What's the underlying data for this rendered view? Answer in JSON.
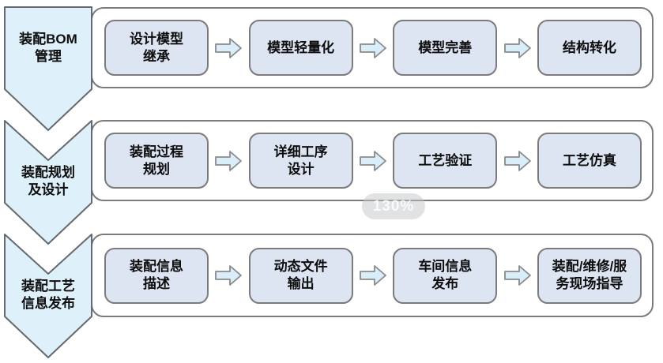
{
  "diagram": {
    "title": "assembly-process-planning-flow",
    "zoom_indicator": "130%",
    "colors": {
      "step_fill": "#dde4f2",
      "chevron_fill": "#def0f9",
      "arrow_fill": "#daeefa",
      "border_gray": "#7b7b7b"
    },
    "rows": [
      {
        "stage": "装配BOM\n管理",
        "steps": [
          "设计模型\n继承",
          "模型轻量化",
          "模型完善",
          "结构转化"
        ]
      },
      {
        "stage": "装配规划\n及设计",
        "steps": [
          "装配过程\n规划",
          "详细工序\n设计",
          "工艺验证",
          "工艺仿真"
        ]
      },
      {
        "stage": "装配工艺\n信息发布",
        "steps": [
          "装配信息\n描述",
          "动态文件\n输出",
          "车间信息\n发布",
          "装配/维修/服\n务现场指导"
        ]
      }
    ]
  }
}
